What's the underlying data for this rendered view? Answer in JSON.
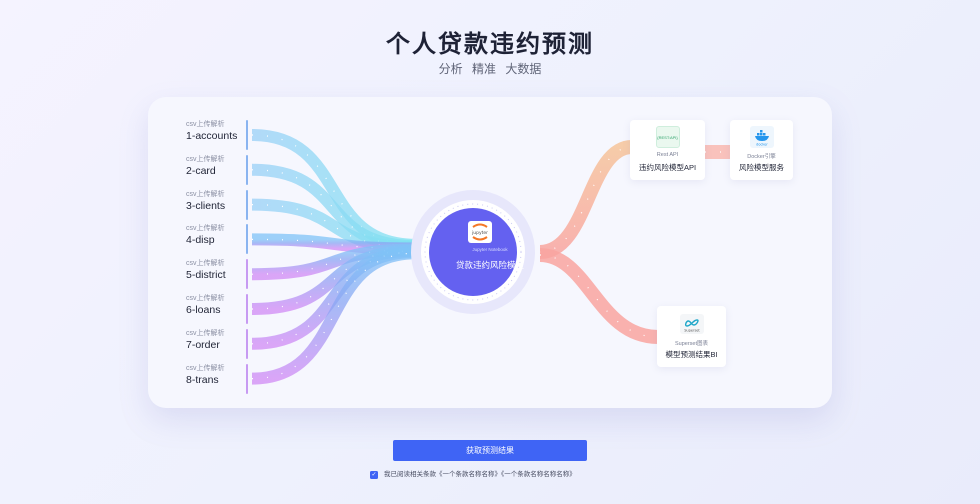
{
  "header": {
    "title": "个人贷款违约预测",
    "subtitle": "分析  精准  大数据"
  },
  "sources": [
    {
      "tag": "csv上传解析",
      "name": "1-accounts"
    },
    {
      "tag": "csv上传解析",
      "name": "2-card"
    },
    {
      "tag": "csv上传解析",
      "name": "3-clients"
    },
    {
      "tag": "csv上传解析",
      "name": "4-disp"
    },
    {
      "tag": "csv上传解析",
      "name": "5-district"
    },
    {
      "tag": "csv上传解析",
      "name": "6-loans"
    },
    {
      "tag": "csv上传解析",
      "name": "7-order"
    },
    {
      "tag": "csv上传解析",
      "name": "8-trans"
    }
  ],
  "hub": {
    "logo_text": "jupyter",
    "sub": "Jupyter Notebook",
    "label": "贷款违约风险模型"
  },
  "services": {
    "api": {
      "logo_text": "{REST:API}",
      "sub": "Rest API",
      "label": "违约风险模型API"
    },
    "docker": {
      "logo_text": "docker",
      "sub": "Docker引擎",
      "label": "风险模型服务"
    },
    "bi": {
      "logo_text": "Superset",
      "sub": "Superset图表",
      "label": "模型预测结果BI"
    }
  },
  "colors": {
    "primary": "#3f64f5",
    "hub": "#6461f0",
    "flow_left_start": "#7fc3f7",
    "flow_left_end": "#d08af5",
    "flow_right_top": "#f6c49a",
    "flow_right_bottom": "#f9a5a0"
  },
  "actions": {
    "submit_label": "获取预测结果",
    "agree_text": "我已阅读相关条款《一个条款名称名称》《一个条款名称名称名称》",
    "agree_checked": true
  }
}
